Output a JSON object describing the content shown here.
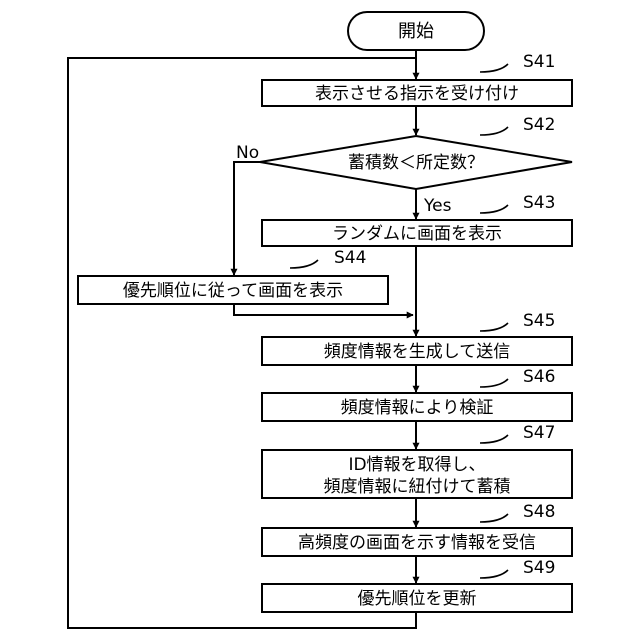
{
  "start": {
    "label": "開始"
  },
  "steps": {
    "s41": {
      "id": "S41",
      "text": "表示させる指示を受け付け"
    },
    "s42": {
      "id": "S42",
      "text": "蓄積数＜所定数？"
    },
    "s43": {
      "id": "S43",
      "text": "ランダムに画面を表示"
    },
    "s44": {
      "id": "S44",
      "text": "優先順位に従って画面を表示"
    },
    "s45": {
      "id": "S45",
      "text": "頻度情報を生成して送信"
    },
    "s46": {
      "id": "S46",
      "text": "頻度情報により検証"
    },
    "s47": {
      "id": "S47",
      "line1": "ID情報を取得し、",
      "line2": "頻度情報に紐付けて蓄積"
    },
    "s48": {
      "id": "S48",
      "text": "高頻度の画面を示す情報を受信"
    },
    "s49": {
      "id": "S49",
      "text": "優先順位を更新"
    }
  },
  "branches": {
    "yes": "Yes",
    "no": "No"
  }
}
